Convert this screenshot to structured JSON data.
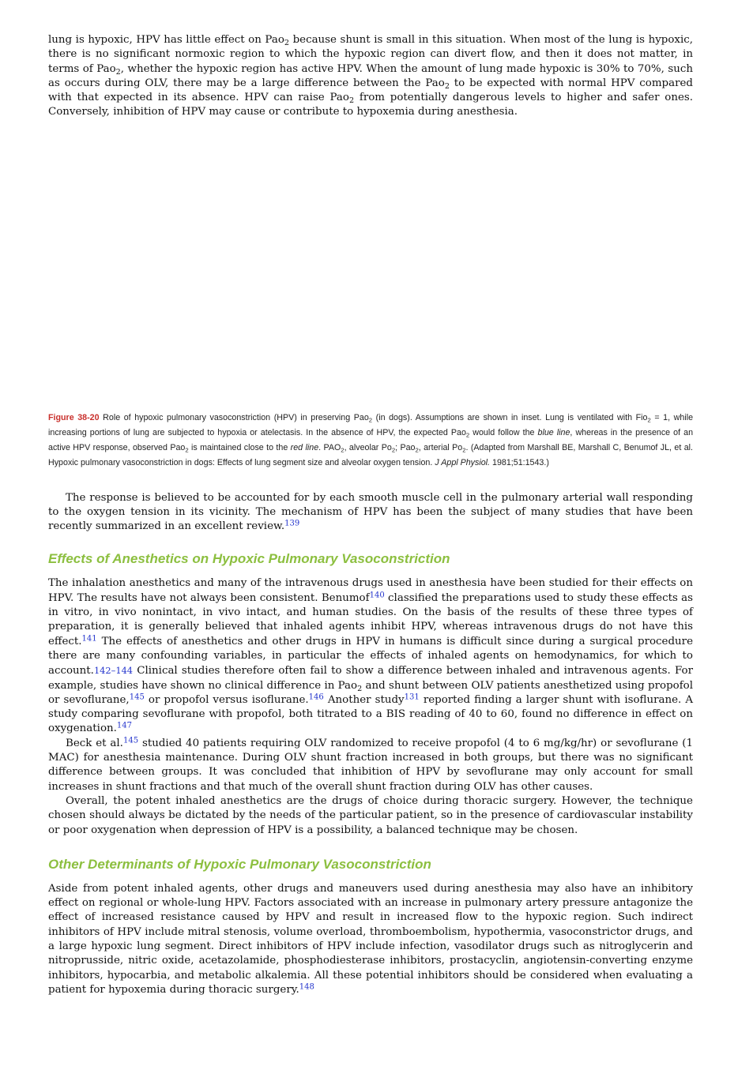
{
  "para1": {
    "s1": "lung is hypoxic, HPV has little effect on Pao",
    "sub2_a": "2",
    "s2": " because shunt is small in this situation. When most of the lung is hypoxic, there is no significant normoxic region to which the hypoxic region can divert flow, and then it does not matter, in terms of Pao",
    "sub2_b": "2",
    "s3": ", whether the hypoxic region has active HPV. When the amount of lung made hypoxic is 30% to 70%, such as occurs during OLV, there may be a large difference between the Pao",
    "sub2_c": "2",
    "s4": " to be expected with normal HPV compared with that expected in its absence. HPV can raise Pao",
    "sub2_d": "2",
    "s5": " from potentially dangerous levels to higher and safer ones. Conversely, inhibition of HPV may cause or contribute to hypoxemia during anesthesia."
  },
  "caption": {
    "label": "Figure 38-20",
    "c1": " Role of hypoxic pulmonary vasoconstriction (HPV) in preserving Pao",
    "sub_a": "2",
    "c2": " (in dogs). Assumptions are shown in inset. Lung is ventilated with Fio",
    "sub_b": "2",
    "c3": " = 1, while increasing portions of lung are subjected to hypoxia or atelectasis. In the absence of HPV, the expected Pao",
    "sub_c": "2",
    "c4": " would follow the ",
    "blue_line": "blue line",
    "c5": ", whereas in the presence of an active HPV response, observed Pao",
    "sub_d": "2",
    "c6": " is maintained close to the ",
    "red_line": "red line",
    "c7": ". PAO",
    "sub_e": "2",
    "c8": ", alveolar Po",
    "sub_f": "2",
    "c9": "; Pao",
    "sub_g": "2",
    "c10": ", arterial Po",
    "sub_h": "2",
    "c11": ". (Adapted from Marshall BE, Marshall C, Benumof JL, et al. Hypoxic pulmonary vasoconstriction in dogs: Effects of lung segment size and alveolar oxygen tension. ",
    "journal": "J Appl Physiol.",
    "c12": " 1981;51:1543.)"
  },
  "para2": {
    "t1": "The response is believed to be accounted for by each smooth muscle cell in the pulmonary arterial wall responding to the oxygen tension in its vicinity. The mechanism of HPV has been the subject of many studies that have been recently summarized in an excellent review.",
    "ref139": "139"
  },
  "heading1": "Effects of Anesthetics on Hypoxic Pulmonary Vasoconstriction",
  "para3": {
    "t1": "The inhalation anesthetics and many of the intravenous drugs used in anesthesia have been studied for their effects on HPV. The results have not always been consistent. Benumof",
    "ref140": "140",
    "t2": " classified the preparations used to study these effects as in vitro, in vivo nonintact, in vivo intact, and human studies. On the basis of the results of these three types of preparation, it is generally believed that inhaled agents inhibit HPV, whereas intravenous drugs do not have this effect.",
    "ref141": "141",
    "t3": " The effects of anesthetics and other drugs in HPV in humans is difficult since during a surgical procedure there are many confounding variables, in particular the effects of inhaled agents on hemodynamics, for which to account.",
    "ref142": "142–144",
    "t4": " Clinical studies therefore often fail to show a difference between inhaled and intravenous agents. For example, studies have shown no clinical difference in Pao",
    "sub2": "2",
    "t5": " and shunt between OLV patients anesthetized using propofol or sevoflurane,",
    "ref145": "145",
    "t6": " or propofol versus isoflurane.",
    "ref146": "146",
    "t7": " Another study",
    "ref131": "131",
    "t8": " reported finding a larger shunt with isoflurane. A study comparing sevoflurane with propofol, both titrated to a BIS reading of 40 to 60, found no difference in effect on oxygenation.",
    "ref147": "147"
  },
  "para4": {
    "t1": "Beck et al.",
    "ref145": "145",
    "t2": " studied 40 patients requiring OLV randomized to receive propofol (4 to 6 mg/kg/hr) or sevoflurane (1 MAC) for anesthesia maintenance. During OLV shunt fraction increased in both groups, but there was no significant difference between groups. It was concluded that inhibition of HPV by sevoflurane may only account for small increases in shunt fractions and that much of the overall shunt fraction during OLV has other causes."
  },
  "para5": {
    "t1": "Overall, the potent inhaled anesthetics are the drugs of choice during thoracic surgery. However, the technique chosen should always be dictated by the needs of the particular patient, so in the presence of cardiovascular instability or poor oxygenation when depression of HPV is a possibility, a balanced technique may be chosen."
  },
  "heading2": "Other Determinants of Hypoxic Pulmonary Vasoconstriction",
  "para6": {
    "t1": "Aside from potent inhaled agents, other drugs and maneuvers used during anesthesia may also have an inhibitory effect on regional or whole-lung HPV. Factors associated with an increase in pulmonary artery pressure antagonize the effect of increased resistance caused by HPV and result in increased flow to the hypoxic region. Such indirect inhibitors of HPV include mitral stenosis, volume overload, thromboembolism, hypothermia, vasoconstrictor drugs, and a large hypoxic lung segment. Direct inhibitors of HPV include infection, vasodilator drugs such as nitroglycerin and nitroprusside, nitric oxide, acetazolamide, phosphodiesterase inhibitors, prostacyclin, angiotensin-converting enzyme inhibitors, hypocarbia, and metabolic alkalemia. All these potential inhibitors should be considered when evaluating a patient for hypoxemia during thoracic surgery.",
    "ref148": "148"
  }
}
